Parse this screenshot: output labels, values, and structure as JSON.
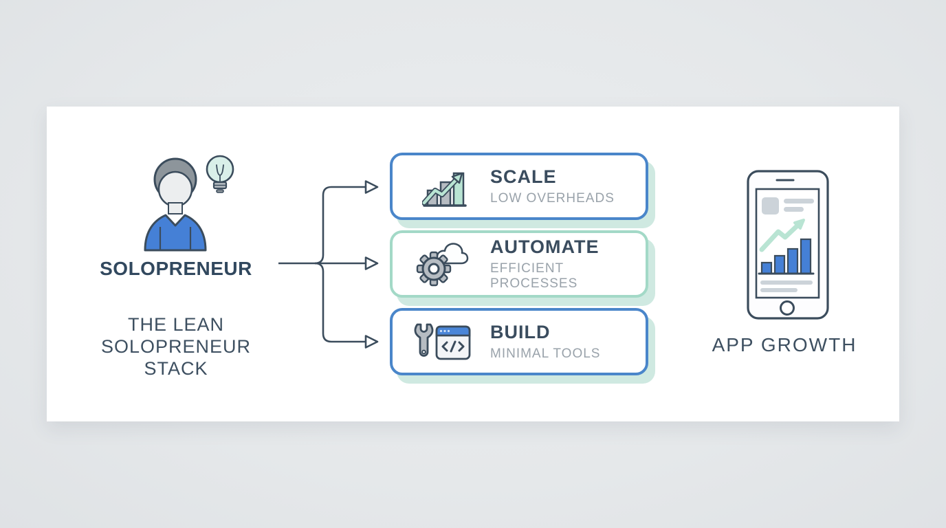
{
  "left_panel": {
    "label": "SOLOPRENEUR",
    "tagline": [
      "THE LEAN",
      "SOLOPRENEUR",
      "STACK"
    ],
    "icons": [
      "entrepreneur-person-icon",
      "lightbulb-idea-icon"
    ]
  },
  "stack": {
    "items": [
      {
        "title": "SCALE",
        "subtitle": "LOW OVERHEADS",
        "accent": "#4a86ca",
        "icon": "growth-bar-chart-icon"
      },
      {
        "title": "AUTOMATE",
        "subtitle": "EFFICIENT PROCESSES",
        "accent": "#a3d9c7",
        "icon": "gear-cloud-icon"
      },
      {
        "title": "BUILD",
        "subtitle": "MINIMAL TOOLS",
        "accent": "#4a86ca",
        "icon": "wrench-code-window-icon"
      }
    ],
    "shadow_color": "#cfe9e1"
  },
  "right_panel": {
    "label": "APP GROWTH",
    "icon": "smartphone-analytics-icon"
  },
  "connector": {
    "style": "fork-with-open-arrowheads",
    "branches": 3,
    "color": "#3b4c5c"
  },
  "colors": {
    "background": "#e6e8ea",
    "card": "#ffffff",
    "dark_slate": "#3b4c5c",
    "blue_accent": "#4a86ca",
    "mint_accent": "#a3d9c7",
    "mint_shadow": "#cfe9e1",
    "icon_blue": "#4580d6",
    "icon_gray": "#b6bcc2",
    "icon_mint": "#b9e4d3",
    "subtitle_gray": "#99a2aa"
  }
}
